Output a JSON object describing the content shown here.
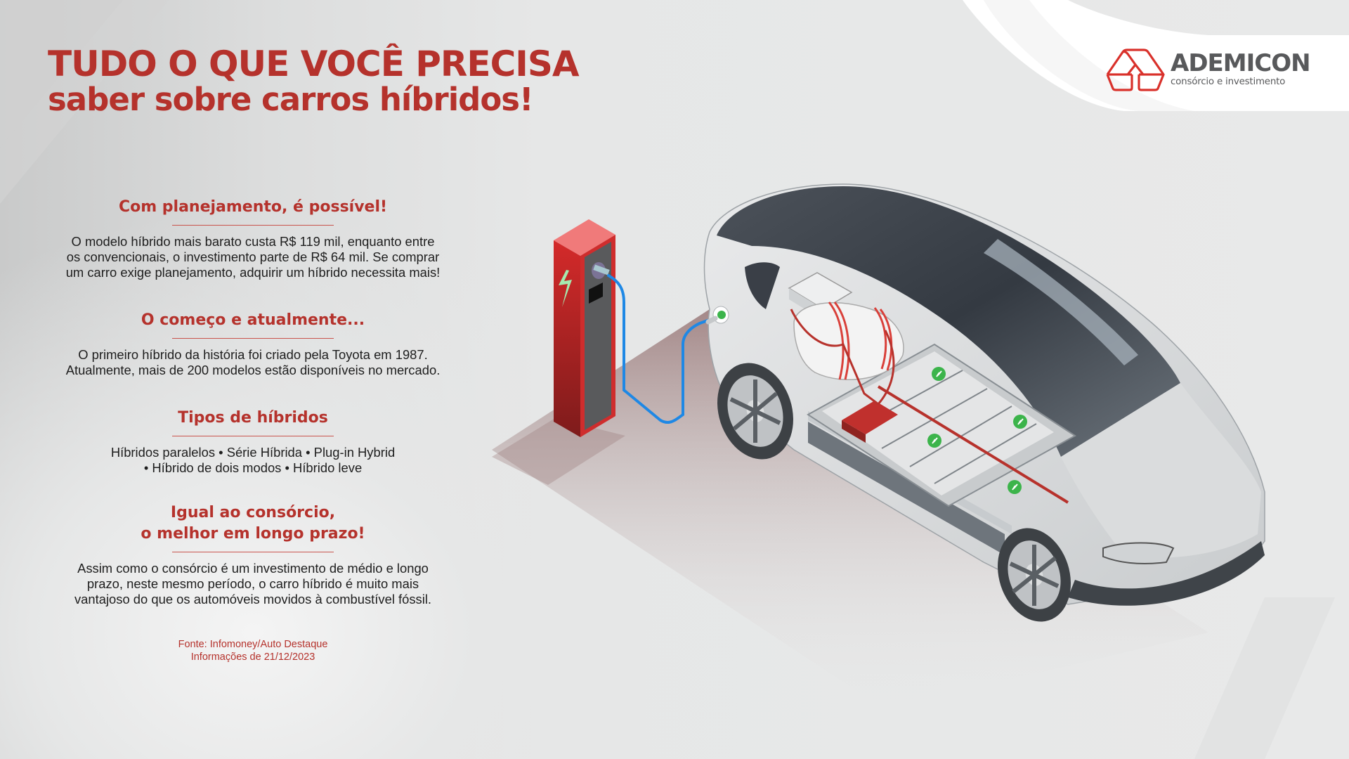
{
  "header": {
    "title_line1": "TUDO O QUE VOCÊ PRECISA",
    "title_line2": "saber sobre carros híbridos!"
  },
  "brand": {
    "name": "ADEMICON",
    "tagline": "consórcio e investimento",
    "logo_icon": "house-arrow-icon",
    "colors": {
      "primary_red": "#b5322c",
      "logo_red": "#d9312b",
      "logo_gray": "#58595b"
    }
  },
  "sections": [
    {
      "title": "Com planejamento, é possível!",
      "body_lines": [
        "O modelo híbrido mais barato custa R$ 119 mil, enquanto entre",
        "os convencionais, o investimento parte de R$ 64 mil. Se comprar",
        "um carro exige planejamento, adquirir um híbrido necessita mais!"
      ]
    },
    {
      "title": "O começo e atualmente...",
      "body_lines": [
        "O primeiro híbrido da história foi criado pela Toyota em 1987.",
        "Atualmente, mais de 200 modelos estão disponíveis no mercado."
      ]
    },
    {
      "title": "Tipos de híbridos",
      "body_lines": [
        "Híbridos paralelos • Série Híbrida • Plug-in Hybrid",
        "• Híbrido de dois modos • Híbrido leve"
      ],
      "types": [
        "Híbridos paralelos",
        "Série Híbrida",
        "Plug-in Hybrid",
        "Híbrido de dois modos",
        "Híbrido leve"
      ]
    },
    {
      "title_lines": [
        "Igual ao consórcio,",
        "o melhor em longo prazo!"
      ],
      "body_lines": [
        "Assim como o consórcio é um investimento de médio e longo",
        "prazo, neste mesmo período, o carro híbrido é muito mais",
        "vantajoso do que os automóveis movidos à combustível fóssil."
      ]
    }
  ],
  "source": {
    "line1": "Fonte: Infomoney/Auto Destaque",
    "line2": "Informações de 21/12/2023"
  },
  "illustration": {
    "charging_station_icon": "lightning-bolt-icon",
    "battery_badge_icon": "lightning-badge-icon",
    "charge_port_icon": "plug-icon",
    "colors": {
      "station_red": "#c62828",
      "cable_blue": "#1e88e5",
      "badge_green": "#3cb44b",
      "roof_dark": "#3a3f47",
      "floor_shadow": "#8f6a6a"
    }
  }
}
